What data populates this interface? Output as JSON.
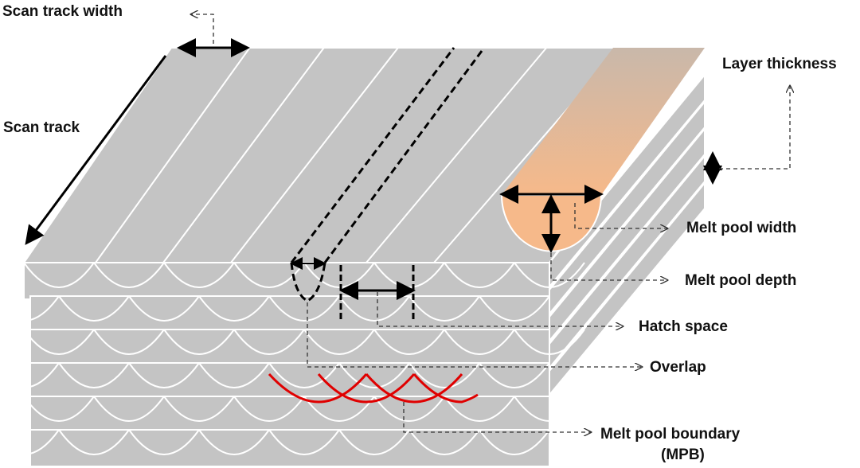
{
  "labels": {
    "scan_track_width": "Scan track width",
    "scan_track": "Scan track",
    "layer_thickness": "Layer thickness",
    "melt_pool_width": "Melt pool width",
    "melt_pool_depth": "Melt pool depth",
    "hatch_space": "Hatch space",
    "overlap": "Overlap",
    "melt_pool_boundary": "Melt pool boundary",
    "mpb": "(MPB)"
  },
  "colors": {
    "layer": "#c4c4c4",
    "line": "#ffffff",
    "melt_pool": "#f6b98a",
    "mpb": "#e00000"
  }
}
